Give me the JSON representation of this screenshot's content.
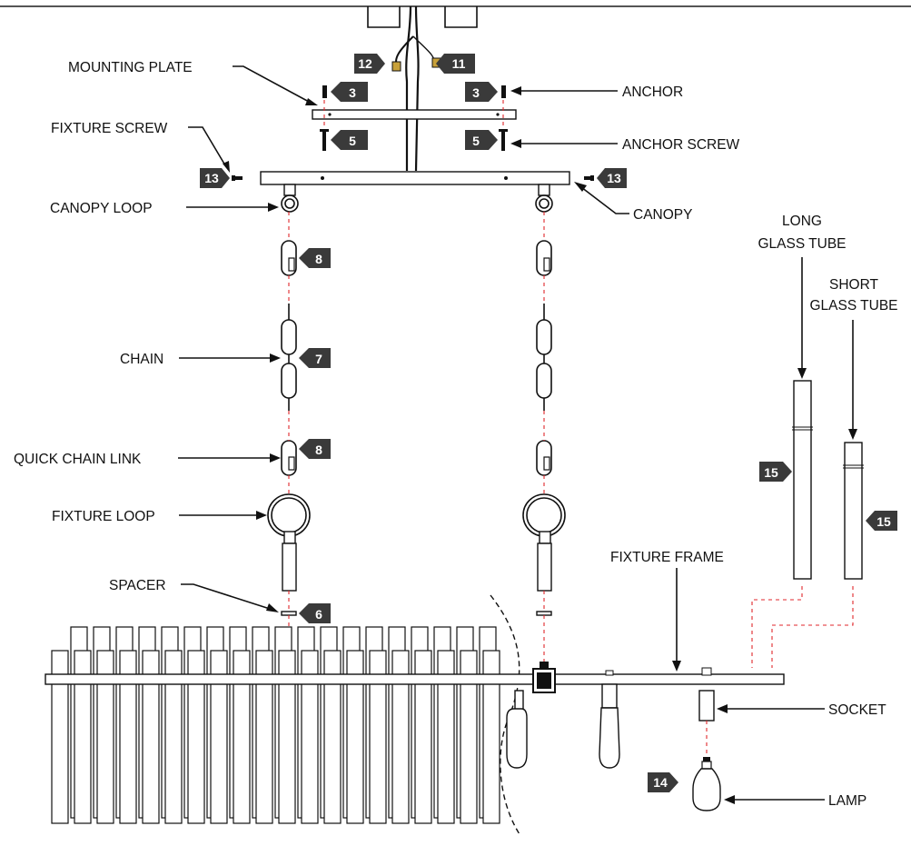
{
  "labels": {
    "mounting_plate": "MOUNTING PLATE",
    "fixture_screw": "FIXTURE SCREW",
    "canopy_loop": "CANOPY LOOP",
    "chain": "CHAIN",
    "quick_chain_link": "QUICK CHAIN LINK",
    "fixture_loop": "FIXTURE LOOP",
    "spacer": "SPACER",
    "anchor": "ANCHOR",
    "anchor_screw": "ANCHOR SCREW",
    "canopy": "CANOPY",
    "long_glass_tube_1": "LONG",
    "long_glass_tube_2": "GLASS TUBE",
    "short_glass_tube_1": "SHORT",
    "short_glass_tube_2": "GLASS TUBE",
    "fixture_frame": "FIXTURE FRAME",
    "socket": "SOCKET",
    "lamp": "LAMP"
  },
  "tags": {
    "wire_left": "12",
    "wire_right": "11",
    "anchor_left": "3",
    "anchor_right": "3",
    "anchor_screw_left": "5",
    "anchor_screw_right": "5",
    "fixture_screw_left": "13",
    "fixture_screw_right": "13",
    "quick_link_top": "8",
    "chain": "7",
    "quick_link_bottom": "8",
    "spacer": "6",
    "long_tube": "15",
    "short_tube": "15",
    "lamp": "14"
  },
  "colors": {
    "line": "#111111",
    "tag": "#3a3a3a",
    "dashed_guide": "#e0262b",
    "wire_accent": "#c8a13a"
  }
}
